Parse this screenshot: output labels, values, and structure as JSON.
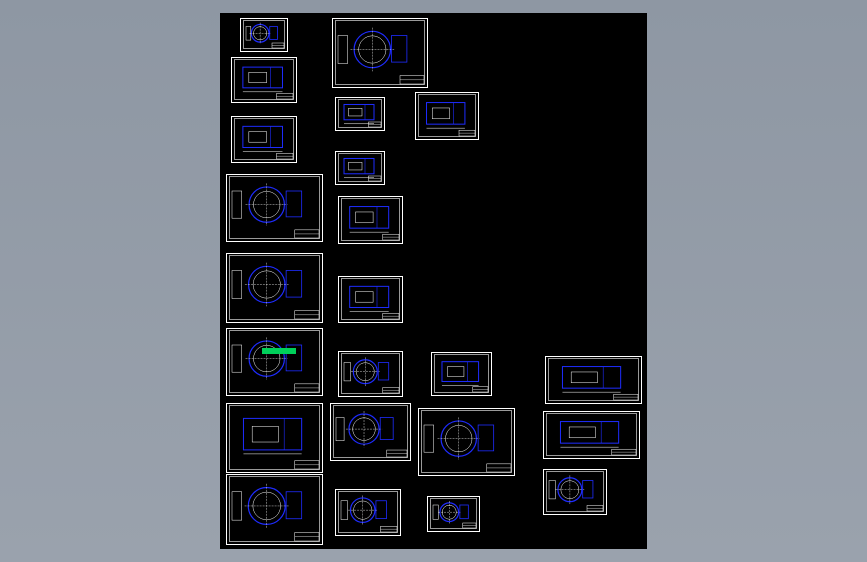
{
  "viewer": {
    "background": "#959da8",
    "canvas_color": "#000000"
  },
  "sheet_style": {
    "frame_color": "#ffffff",
    "geometry_color": "#1e2cff",
    "accent_color": "#00d05a"
  },
  "sheets": [
    {
      "kind": "small"
    },
    {
      "kind": "circle"
    },
    {
      "kind": "rect"
    },
    {
      "kind": "rect"
    },
    {
      "kind": "rect"
    },
    {
      "kind": "rect"
    },
    {
      "kind": "circle"
    },
    {
      "kind": "rect"
    },
    {
      "kind": "rect"
    },
    {
      "kind": "circle"
    },
    {
      "kind": "circle"
    },
    {
      "kind": "rect"
    },
    {
      "kind": "circle"
    },
    {
      "kind": "rect"
    },
    {
      "kind": "rect"
    },
    {
      "kind": "circle"
    },
    {
      "kind": "circle"
    },
    {
      "kind": "rect"
    },
    {
      "kind": "circle"
    },
    {
      "kind": "circle"
    },
    {
      "kind": "rect"
    },
    {
      "kind": "circle"
    },
    {
      "kind": "circle"
    },
    {
      "kind": "rect"
    },
    {
      "kind": "titleblock"
    }
  ]
}
